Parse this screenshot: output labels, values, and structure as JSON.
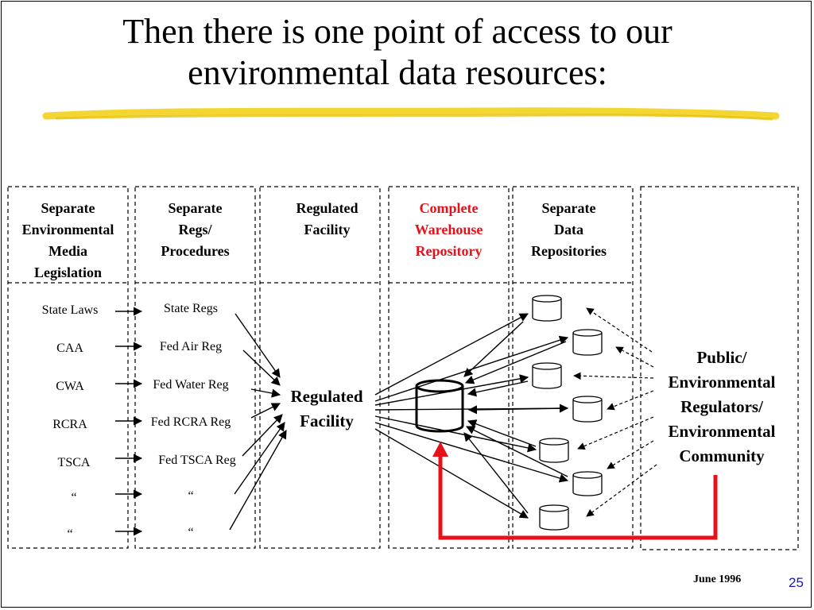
{
  "slide": {
    "title_line1": "Then there is one point of access to our",
    "title_line2": "environmental data resources:",
    "date": "June 1996",
    "page_number": "25"
  },
  "columns": {
    "legislation": {
      "line1": "Separate",
      "line2": "Environmental",
      "line3": "Media",
      "line4": "Legislation",
      "items": [
        "State Laws",
        "CAA",
        "CWA",
        "RCRA",
        "TSCA",
        "“",
        "“"
      ]
    },
    "regs": {
      "line1": "Separate",
      "line2": "Regs/",
      "line3": "Procedures",
      "items": [
        "State Regs",
        "Fed Air Reg",
        "Fed Water Reg",
        "Fed RCRA Reg",
        "Fed TSCA Reg",
        "“",
        "“"
      ]
    },
    "facility": {
      "line1": "Regulated",
      "line2": "Facility",
      "body_line1": "Regulated",
      "body_line2": "Facility"
    },
    "warehouse": {
      "line1": "Complete",
      "line2": "Warehouse",
      "line3": "Repository"
    },
    "repositories": {
      "line1": "Separate",
      "line2": "Data",
      "line3": "Repositories"
    },
    "public": {
      "line1": "Public/",
      "line2": "Environmental",
      "line3": "Regulators/",
      "line4": "Environmental",
      "line5": "Community"
    }
  },
  "colors": {
    "accent_red": "#e8111b",
    "highlight_yellow": "#f2d21c",
    "page_number_blue": "#1a1aa6"
  }
}
